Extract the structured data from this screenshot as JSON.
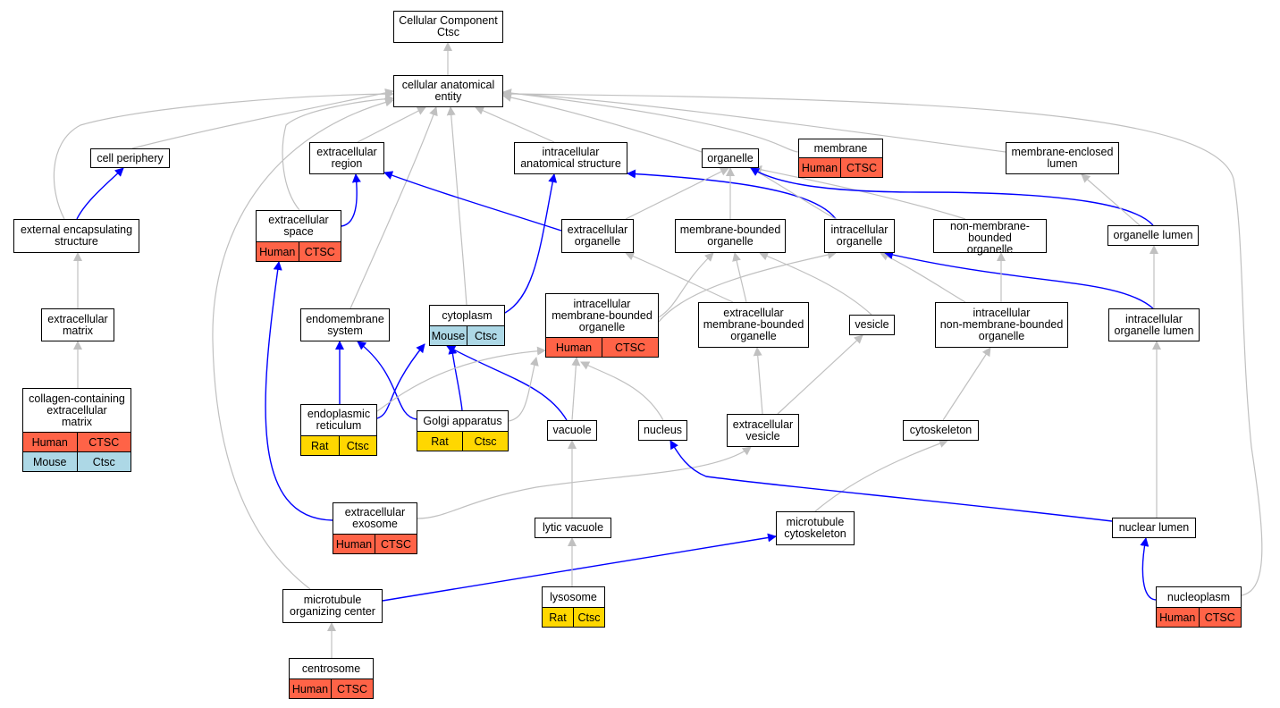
{
  "colors": {
    "human": "#ff6347",
    "mouse": "#add8e6",
    "rat": "#ffd700",
    "is_a_edge": "#c0c0c0",
    "part_of_edge": "#0000ff"
  },
  "nodes": [
    {
      "id": "root",
      "label": "Cellular Component\nCtsc",
      "rows": []
    },
    {
      "id": "cae",
      "label": "cellular anatomical\nentity",
      "rows": []
    },
    {
      "id": "cellper",
      "label": "cell periphery",
      "rows": []
    },
    {
      "id": "extreg",
      "label": "extracellular\nregion",
      "rows": []
    },
    {
      "id": "ias",
      "label": "intracellular\nanatomical structure",
      "rows": []
    },
    {
      "id": "organelle",
      "label": "organelle",
      "rows": []
    },
    {
      "id": "membrane",
      "label": "membrane",
      "rows": [
        [
          "Human",
          "CTSC"
        ]
      ]
    },
    {
      "id": "mel",
      "label": "membrane-enclosed\nlumen",
      "rows": []
    },
    {
      "id": "ees",
      "label": "external encapsulating\nstructure",
      "rows": []
    },
    {
      "id": "extspace",
      "label": "extracellular\nspace",
      "rows": [
        [
          "Human",
          "CTSC"
        ]
      ]
    },
    {
      "id": "extorg",
      "label": "extracellular\norganelle",
      "rows": []
    },
    {
      "id": "mbo",
      "label": "membrane-bounded\norganelle",
      "rows": []
    },
    {
      "id": "intorg",
      "label": "intracellular\norganelle",
      "rows": []
    },
    {
      "id": "nmbo",
      "label": "non-membrane-bounded\norganelle",
      "rows": []
    },
    {
      "id": "orglumen",
      "label": "organelle lumen",
      "rows": []
    },
    {
      "id": "ecm",
      "label": "extracellular\nmatrix",
      "rows": []
    },
    {
      "id": "endo",
      "label": "endomembrane\nsystem",
      "rows": []
    },
    {
      "id": "cytoplasm",
      "label": "cytoplasm",
      "rows": [
        [
          "Mouse",
          "Ctsc"
        ]
      ]
    },
    {
      "id": "imbo",
      "label": "intracellular\nmembrane-bounded\norganelle",
      "rows": [
        [
          "Human",
          "CTSC"
        ]
      ]
    },
    {
      "id": "embo",
      "label": "extracellular\nmembrane-bounded\norganelle",
      "rows": []
    },
    {
      "id": "vesicle",
      "label": "vesicle",
      "rows": []
    },
    {
      "id": "inmbo",
      "label": "intracellular\nnon-membrane-bounded\norganelle",
      "rows": []
    },
    {
      "id": "iol",
      "label": "intracellular\norganelle lumen",
      "rows": []
    },
    {
      "id": "collagen",
      "label": "collagen-containing\nextracellular\nmatrix",
      "rows": [
        [
          "Human",
          "CTSC"
        ],
        [
          "Mouse",
          "Ctsc"
        ]
      ]
    },
    {
      "id": "er",
      "label": "endoplasmic\nreticulum",
      "rows": [
        [
          "Rat",
          "Ctsc"
        ]
      ]
    },
    {
      "id": "golgi",
      "label": "Golgi apparatus",
      "rows": [
        [
          "Rat",
          "Ctsc"
        ]
      ]
    },
    {
      "id": "vacuole",
      "label": "vacuole",
      "rows": []
    },
    {
      "id": "nucleus",
      "label": "nucleus",
      "rows": []
    },
    {
      "id": "extves",
      "label": "extracellular\nvesicle",
      "rows": []
    },
    {
      "id": "cytoskel",
      "label": "cytoskeleton",
      "rows": []
    },
    {
      "id": "exosome",
      "label": "extracellular\nexosome",
      "rows": [
        [
          "Human",
          "CTSC"
        ]
      ]
    },
    {
      "id": "lytic",
      "label": "lytic vacuole",
      "rows": []
    },
    {
      "id": "mtcyto",
      "label": "microtubule\ncytoskeleton",
      "rows": []
    },
    {
      "id": "nuclumen",
      "label": "nuclear lumen",
      "rows": []
    },
    {
      "id": "mtoc",
      "label": "microtubule\norganizing center",
      "rows": []
    },
    {
      "id": "lysosome",
      "label": "lysosome",
      "rows": [
        [
          "Rat",
          "Ctsc"
        ]
      ]
    },
    {
      "id": "nucleoplasm",
      "label": "nucleoplasm",
      "rows": [
        [
          "Human",
          "CTSC"
        ]
      ]
    },
    {
      "id": "centrosome",
      "label": "centrosome",
      "rows": [
        [
          "Human",
          "CTSC"
        ]
      ]
    }
  ],
  "edges": [
    {
      "from": "cae",
      "to": "root",
      "type": "is_a"
    },
    {
      "from": "cellper",
      "to": "cae",
      "type": "is_a"
    },
    {
      "from": "extreg",
      "to": "cae",
      "type": "is_a"
    },
    {
      "from": "ias",
      "to": "cae",
      "type": "is_a"
    },
    {
      "from": "organelle",
      "to": "cae",
      "type": "is_a"
    },
    {
      "from": "membrane",
      "to": "cae",
      "type": "is_a"
    },
    {
      "from": "mel",
      "to": "cae",
      "type": "is_a"
    },
    {
      "from": "ees",
      "to": "cae",
      "type": "is_a"
    },
    {
      "from": "extspace",
      "to": "cae",
      "type": "is_a"
    },
    {
      "from": "endo",
      "to": "cae",
      "type": "is_a"
    },
    {
      "from": "cytoplasm",
      "to": "cae",
      "type": "is_a"
    },
    {
      "from": "mtoc",
      "to": "cae",
      "type": "is_a"
    },
    {
      "from": "nucleoplasm",
      "to": "cae",
      "type": "is_a"
    },
    {
      "from": "ees",
      "to": "cellper",
      "type": "part_of"
    },
    {
      "from": "extspace",
      "to": "extreg",
      "type": "part_of"
    },
    {
      "from": "extorg",
      "to": "extreg",
      "type": "part_of"
    },
    {
      "from": "cytoplasm",
      "to": "ias",
      "type": "part_of"
    },
    {
      "from": "intorg",
      "to": "ias",
      "type": "part_of"
    },
    {
      "from": "extorg",
      "to": "organelle",
      "type": "is_a"
    },
    {
      "from": "mbo",
      "to": "organelle",
      "type": "is_a"
    },
    {
      "from": "intorg",
      "to": "organelle",
      "type": "is_a"
    },
    {
      "from": "nmbo",
      "to": "organelle",
      "type": "is_a"
    },
    {
      "from": "orglumen",
      "to": "organelle",
      "type": "part_of"
    },
    {
      "from": "orglumen",
      "to": "mel",
      "type": "is_a"
    },
    {
      "from": "ecm",
      "to": "ees",
      "type": "is_a"
    },
    {
      "from": "collagen",
      "to": "ecm",
      "type": "is_a"
    },
    {
      "from": "embo",
      "to": "extorg",
      "type": "is_a"
    },
    {
      "from": "imbo",
      "to": "mbo",
      "type": "is_a"
    },
    {
      "from": "embo",
      "to": "mbo",
      "type": "is_a"
    },
    {
      "from": "vesicle",
      "to": "mbo",
      "type": "is_a"
    },
    {
      "from": "imbo",
      "to": "intorg",
      "type": "is_a"
    },
    {
      "from": "inmbo",
      "to": "intorg",
      "type": "is_a"
    },
    {
      "from": "iol",
      "to": "intorg",
      "type": "part_of"
    },
    {
      "from": "inmbo",
      "to": "nmbo",
      "type": "is_a"
    },
    {
      "from": "iol",
      "to": "orglumen",
      "type": "is_a"
    },
    {
      "from": "er",
      "to": "endo",
      "type": "part_of"
    },
    {
      "from": "golgi",
      "to": "endo",
      "type": "part_of"
    },
    {
      "from": "er",
      "to": "cytoplasm",
      "type": "part_of"
    },
    {
      "from": "golgi",
      "to": "cytoplasm",
      "type": "part_of"
    },
    {
      "from": "vacuole",
      "to": "cytoplasm",
      "type": "part_of"
    },
    {
      "from": "er",
      "to": "imbo",
      "type": "is_a"
    },
    {
      "from": "golgi",
      "to": "imbo",
      "type": "is_a"
    },
    {
      "from": "vacuole",
      "to": "imbo",
      "type": "is_a"
    },
    {
      "from": "nucleus",
      "to": "imbo",
      "type": "is_a"
    },
    {
      "from": "extves",
      "to": "embo",
      "type": "is_a"
    },
    {
      "from": "extves",
      "to": "vesicle",
      "type": "is_a"
    },
    {
      "from": "cytoskel",
      "to": "inmbo",
      "type": "is_a"
    },
    {
      "from": "nuclumen",
      "to": "iol",
      "type": "is_a"
    },
    {
      "from": "exosome",
      "to": "extspace",
      "type": "part_of"
    },
    {
      "from": "exosome",
      "to": "extves",
      "type": "is_a"
    },
    {
      "from": "lytic",
      "to": "vacuole",
      "type": "is_a"
    },
    {
      "from": "mtcyto",
      "to": "cytoskel",
      "type": "is_a"
    },
    {
      "from": "nuclumen",
      "to": "nucleus",
      "type": "part_of"
    },
    {
      "from": "mtoc",
      "to": "mtcyto",
      "type": "part_of"
    },
    {
      "from": "nucleoplasm",
      "to": "nuclumen",
      "type": "part_of"
    },
    {
      "from": "lysosome",
      "to": "lytic",
      "type": "is_a"
    },
    {
      "from": "centrosome",
      "to": "mtoc",
      "type": "is_a"
    }
  ]
}
